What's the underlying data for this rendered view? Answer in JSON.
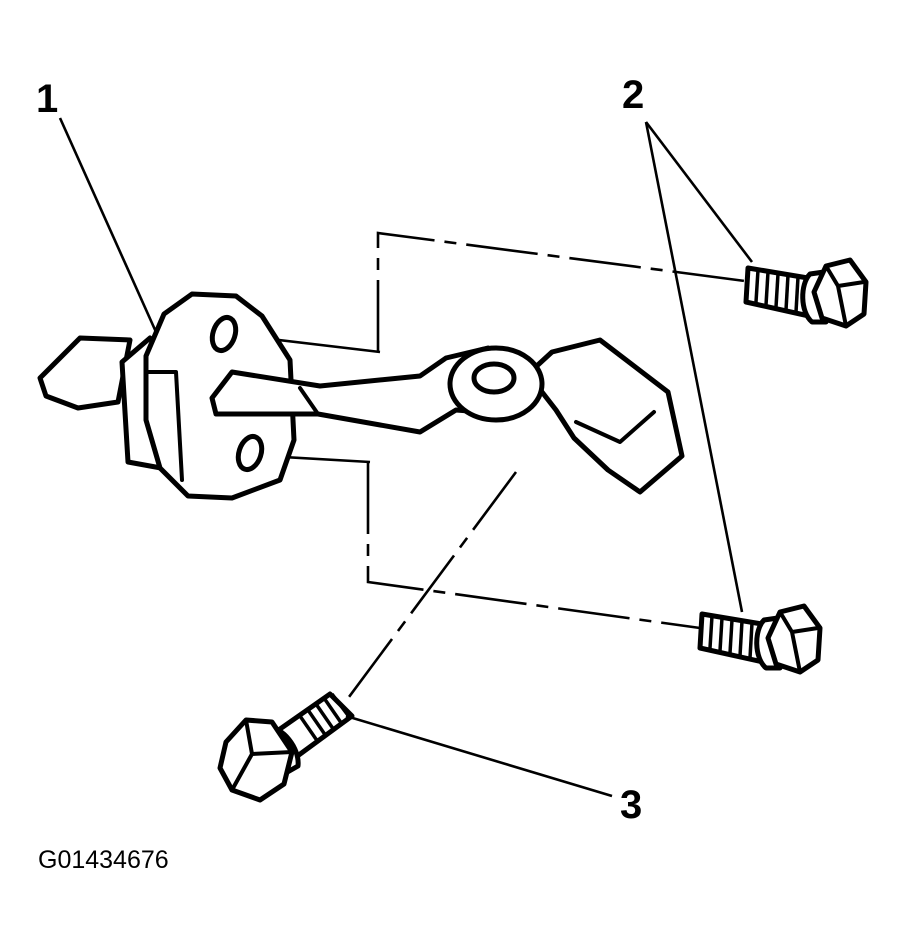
{
  "callouts": [
    {
      "id": "1",
      "label": "1"
    },
    {
      "id": "2",
      "label": "2"
    },
    {
      "id": "3",
      "label": "3"
    }
  ],
  "figure_id": "G01434676",
  "colors": {
    "ink": "#000000",
    "paper": "#ffffff"
  }
}
